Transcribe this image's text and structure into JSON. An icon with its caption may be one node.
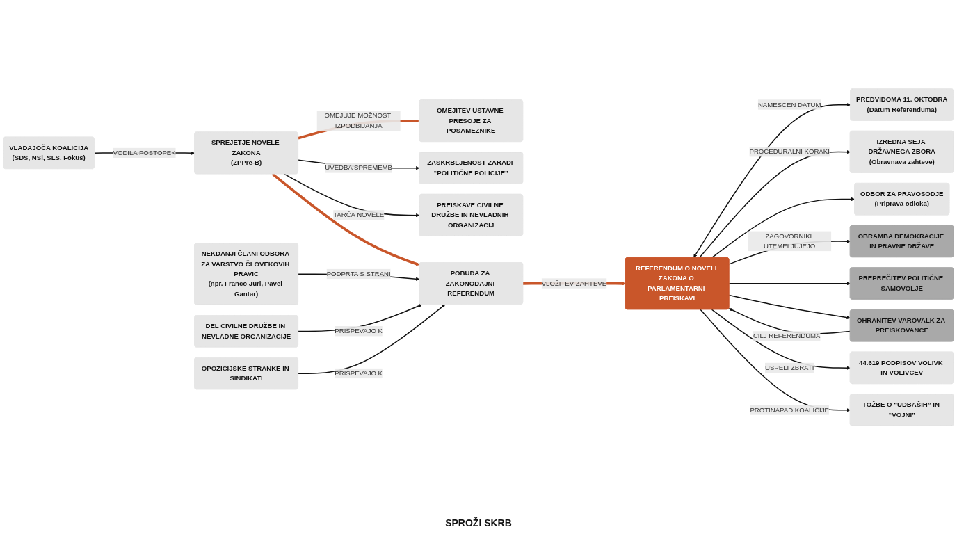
{
  "diagram": {
    "nodes": [
      {
        "text": [
          "SPREJETJE NOVELE ZAKONA",
          "(ZPPre-B)"
        ]
      },
      {
        "text": [
          "OMEJITEV USTAVNE PRESOJE ZA POSAMEZNIKE"
        ]
      },
      {
        "text": [
          "ZASKRBLJENOST ZARADI “POLITIČNE POLICIJE”"
        ]
      },
      {
        "text": [
          "PREISKAVE CIVILNE DRUŽBE IN NEVLADNIH ORGANIZACIJ"
        ]
      },
      {
        "text": [
          "VLADAJOČA KOALICIJA",
          "(SDS, NSi, SLS, Fokus)"
        ]
      },
      {
        "text": [
          "NEKDANJI ČLANI ODBORA ZA VARSTVO ČLOVEKOVIH PRAVIC",
          "(npr. Franco Juri, Pavel Gantar)"
        ]
      },
      {
        "text": [
          "DEL CIVILNE DRUŽBE IN NEVLADNE ORGANIZACIJE"
        ]
      },
      {
        "text": [
          "OPOZICIJSKE STRANKE IN SINDIKATI"
        ]
      },
      {
        "text": [
          "POBUDA ZA ZAKONODAJNI REFERENDUM"
        ]
      },
      {
        "text": [
          "REFERENDUM O NOVELI ZAKONA O PARLAMENTARNI PREISKAVI"
        ]
      },
      {
        "text": [
          "44.619 PODPISOV VOLIVK IN VOLIVCEV"
        ]
      },
      {
        "text": [
          "PREDVIDOMA 11. OKTOBRA",
          "(Datum Referenduma)"
        ]
      },
      {
        "text": [
          "IZREDNA SEJA DRŽAVNEGA ZBORA",
          "(Obravnava zahteve)"
        ]
      },
      {
        "text": [
          "ODBOR ZA PRAVOSODJE",
          "(Priprava odloka)"
        ]
      },
      {
        "text": [
          "OBRAMBA DEMOKRACIJE IN PRAVNE DRŽAVE"
        ]
      },
      {
        "text": [
          "PREPREČITEV POLITIČNE SAMOVOLJE"
        ]
      },
      {
        "text": [
          "OHRANITEV VAROVALK ZA PREISKOVANCE"
        ]
      },
      {
        "text": [
          "TOŽBE O “UDBAŠIH” IN “VOJNI”"
        ]
      }
    ],
    "edges": [
      {
        "from": 0,
        "to": 1,
        "arrow": "to",
        "label": "OMEJUJE MOŽNOST IZPODBIJANJA",
        "style": "thick",
        "color": "#c9562a"
      },
      {
        "from": 0,
        "to": 2,
        "arrow": "to",
        "label": "UVEDBA SPREMEMB"
      },
      {
        "from": 0,
        "to": 3,
        "arrow": "to",
        "label": "TARČA NOVELE"
      },
      {
        "from": 0,
        "to": 8,
        "arrow": "to",
        "style": "thick",
        "color": "#c9562a"
      },
      {
        "from": 4,
        "to": 0,
        "arrow": "to",
        "label": "VODILA POSTOPEK"
      },
      {
        "from": 5,
        "to": 8,
        "arrow": "to",
        "label": "PODPRTA S STRANI"
      },
      {
        "from": 6,
        "to": 8,
        "arrow": "to",
        "label": "PRISPEVAJO K"
      },
      {
        "from": 7,
        "to": 8,
        "arrow": "to",
        "label": "PRISPEVAJO K"
      },
      {
        "from": 8,
        "to": 9,
        "arrow": "to",
        "label": "VLOŽITEV ZAHTEVE",
        "style": "thick",
        "color": "#c9562a"
      },
      {
        "from": 9,
        "to": 11,
        "arrow": "both",
        "label": "NAMEŠČEN DATUM"
      },
      {
        "from": 9,
        "to": 12,
        "arrow": "to",
        "label": "PROCEDURALNI KORAKI"
      },
      {
        "from": 9,
        "to": 13,
        "arrow": "to"
      },
      {
        "from": 9,
        "to": 14,
        "arrow": "to",
        "label": "ZAGOVORNIKI UTEMELJUJEJO"
      },
      {
        "from": 9,
        "to": 15,
        "arrow": "to"
      },
      {
        "from": 9,
        "to": 16,
        "arrow": "to"
      },
      {
        "from": 16,
        "to": 9,
        "arrow": "to",
        "label": "CILJ REFERENDUMA"
      },
      {
        "from": 9,
        "to": 10,
        "arrow": "to",
        "label": "USPELI ZBRATI"
      },
      {
        "from": 9,
        "to": 17,
        "arrow": "to",
        "label": "PROTINAPAD KOALICIJE"
      }
    ],
    "labels": [
      "SPROŽI SKRB"
    ]
  }
}
